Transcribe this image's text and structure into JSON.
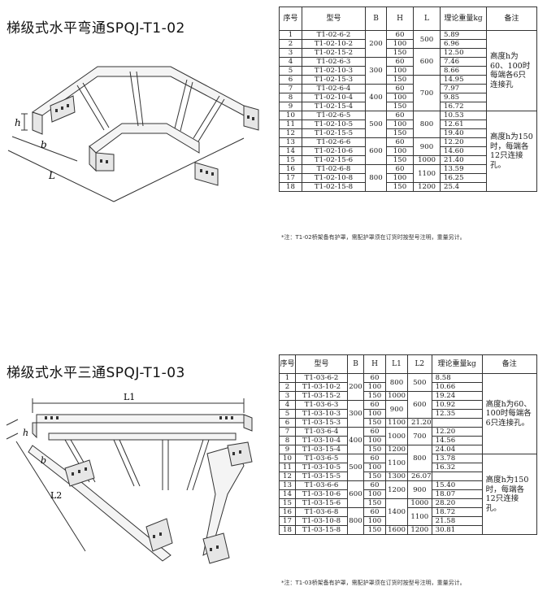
{
  "section1": {
    "title": "梯级式水平弯通SPQJ-T1-02",
    "headers": [
      "序号",
      "型号",
      "B",
      "H",
      "L",
      "理论重量kg",
      "备注"
    ],
    "rows": [
      {
        "no": "1",
        "model": "T1-02-6-2",
        "h": "60",
        "w": "5.89"
      },
      {
        "no": "2",
        "model": "T1-02-10-2",
        "h": "100",
        "w": "6.96"
      },
      {
        "no": "3",
        "model": "T1-02-15-2",
        "h": "150",
        "w": "12.50"
      },
      {
        "no": "4",
        "model": "T1-02-6-3",
        "h": "60",
        "w": "7.46"
      },
      {
        "no": "5",
        "model": "T1-02-10-3",
        "h": "100",
        "w": "8.66"
      },
      {
        "no": "6",
        "model": "T1-02-15-3",
        "h": "150",
        "w": "14.95"
      },
      {
        "no": "7",
        "model": "T1-02-6-4",
        "h": "60",
        "w": "7.97"
      },
      {
        "no": "8",
        "model": "T1-02-10-4",
        "h": "100",
        "w": "9.85"
      },
      {
        "no": "9",
        "model": "T1-02-15-4",
        "h": "150",
        "w": "16.72"
      },
      {
        "no": "10",
        "model": "T1-02-6-5",
        "h": "60",
        "w": "10.53"
      },
      {
        "no": "11",
        "model": "T1-02-10-5",
        "h": "100",
        "w": "12.61"
      },
      {
        "no": "12",
        "model": "T1-02-15-5",
        "h": "150",
        "w": "19.40"
      },
      {
        "no": "13",
        "model": "T1-02-6-6",
        "h": "60",
        "w": "12.20"
      },
      {
        "no": "14",
        "model": "T1-02-10-6",
        "h": "100",
        "w": "14.60"
      },
      {
        "no": "15",
        "model": "T1-02-15-6",
        "h": "150",
        "w": "21.40"
      },
      {
        "no": "16",
        "model": "T1-02-6-8",
        "h": "60",
        "w": "13.59"
      },
      {
        "no": "17",
        "model": "T1-02-10-8",
        "h": "100",
        "w": "16.25"
      },
      {
        "no": "18",
        "model": "T1-02-15-8",
        "h": "150",
        "w": "25.4"
      }
    ],
    "b_values": [
      "200",
      "300",
      "400",
      "500",
      "600",
      "800"
    ],
    "l_values": [
      "500",
      "600",
      "700",
      "800",
      "900",
      "1000",
      "1100",
      "1200"
    ],
    "notes": [
      "高度h为60、100时每端各6只连接孔",
      "高度h为150时，每端各12只连接孔。"
    ],
    "footnote": "*注：T1-02桥架备有护罩，需配护罩须在订货时按型号注明，重量另计。",
    "drawing_labels": {
      "h": "h",
      "b": "b",
      "l": "L"
    }
  },
  "section2": {
    "title": "梯级式水平三通SPQJ-T1-03",
    "headers": [
      "序号",
      "型号",
      "B",
      "H",
      "L1",
      "L2",
      "理论重量kg",
      "备注"
    ],
    "rows": [
      {
        "no": "1",
        "model": "T1-03-6-2",
        "h": "60",
        "w": "8.58"
      },
      {
        "no": "2",
        "model": "T1-03-10-2",
        "h": "100",
        "w": "10.66"
      },
      {
        "no": "3",
        "model": "T1-03-15-2",
        "h": "150",
        "w": "19.24"
      },
      {
        "no": "4",
        "model": "T1-03-6-3",
        "h": "60",
        "w": "10.92"
      },
      {
        "no": "5",
        "model": "T1-03-10-3",
        "h": "100",
        "w": "12.35"
      },
      {
        "no": "6",
        "model": "T1-03-15-3",
        "h": "150",
        "w": "21.20"
      },
      {
        "no": "7",
        "model": "T1-03-6-4",
        "h": "60",
        "w": "12.20"
      },
      {
        "no": "8",
        "model": "T1-03-10-4",
        "h": "100",
        "w": "14.56"
      },
      {
        "no": "9",
        "model": "T1-03-15-4",
        "h": "150",
        "w": "24.04"
      },
      {
        "no": "10",
        "model": "T1-03-6-5",
        "h": "60",
        "w": "13.78"
      },
      {
        "no": "11",
        "model": "T1-03-10-5",
        "h": "100",
        "w": "16.32"
      },
      {
        "no": "12",
        "model": "T1-03-15-5",
        "h": "150",
        "w": "26.07"
      },
      {
        "no": "13",
        "model": "T1-03-6-6",
        "h": "60",
        "w": "15.40"
      },
      {
        "no": "14",
        "model": "T1-03-10-6",
        "h": "100",
        "w": "18.07"
      },
      {
        "no": "15",
        "model": "T1-03-15-6",
        "h": "150",
        "w": "28.20"
      },
      {
        "no": "16",
        "model": "T1-03-6-8",
        "h": "60",
        "w": "18.72"
      },
      {
        "no": "17",
        "model": "T1-03-10-8",
        "h": "100",
        "w": "21.58"
      },
      {
        "no": "18",
        "model": "T1-03-15-8",
        "h": "150",
        "w": "30.81"
      }
    ],
    "b_values": [
      "200",
      "300",
      "400",
      "500",
      "600",
      "800"
    ],
    "l1_values": [
      "800",
      "1000",
      "900",
      "1100",
      "1000",
      "1200",
      "1100",
      "1300",
      "1200",
      "1400",
      "1600"
    ],
    "l2_values": [
      "500",
      "600",
      "700",
      "800",
      "900",
      "1000",
      "1100",
      "1200"
    ],
    "notes": [
      "高度h为60、100时每端各6只连接孔。",
      "高度h为150时，每端各12只连接孔。"
    ],
    "footnote": "*注：T1-03桥架备有护罩，需配护罩须在订货时按型号注明，重量另计。",
    "drawing_labels": {
      "l1": "L1",
      "h": "h",
      "b": "b",
      "l2": "L2"
    }
  }
}
